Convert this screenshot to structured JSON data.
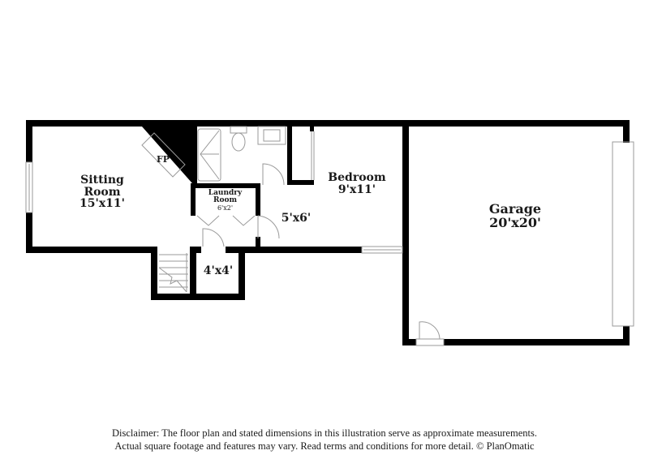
{
  "floor_plan": {
    "rooms": [
      {
        "id": "sitting-room",
        "name_line1": "Sitting",
        "name_line2": "Room",
        "dimensions": "15'x11'"
      },
      {
        "id": "fireplace",
        "name": "FP"
      },
      {
        "id": "laundry-room",
        "name_line1": "Laundry",
        "name_line2": "Room",
        "dimensions": "6'x2'"
      },
      {
        "id": "hall",
        "dimensions": "5'x6'"
      },
      {
        "id": "closet",
        "dimensions": "4'x4'"
      },
      {
        "id": "bedroom",
        "name": "Bedroom",
        "dimensions": "9'x11'"
      },
      {
        "id": "garage",
        "name": "Garage",
        "dimensions": "20'x20'"
      }
    ],
    "colors": {
      "wall": "#000000",
      "fixture_line": "#9a9a9a",
      "background": "#ffffff"
    }
  },
  "disclaimer": {
    "line1": "Disclaimer: The floor plan and stated dimensions in this illustration serve as approximate measurements.",
    "line2": "Actual square footage and features may vary. Read terms and conditions for more detail. © PlanOmatic"
  }
}
